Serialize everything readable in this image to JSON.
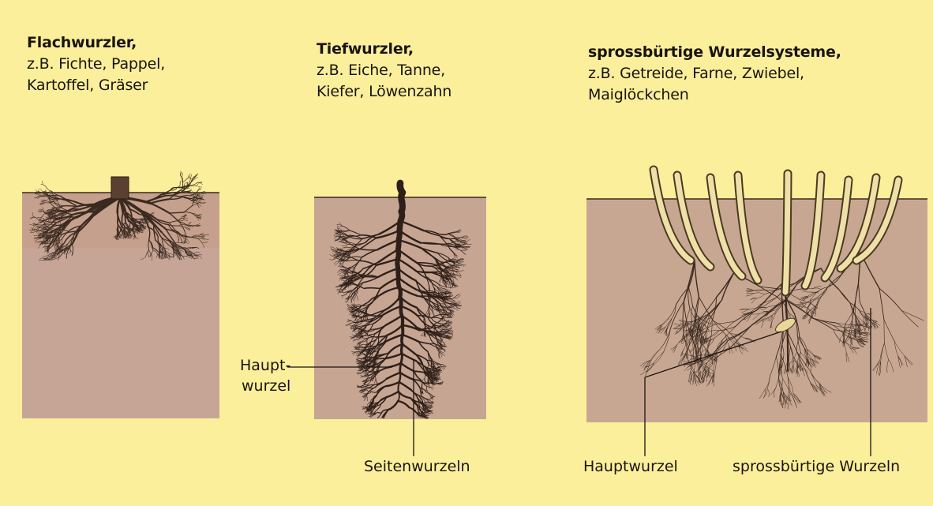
{
  "panels": [
    {
      "title": "Flachwurzler,",
      "lines": [
        "z.B. Fichte, Pappel,",
        "Kartoffel, Gräser"
      ]
    },
    {
      "title": "Tiefwurzler,",
      "lines": [
        "z.B. Eiche, Tanne,",
        "Kiefer, Löwenzahn"
      ],
      "labels": {
        "main_root_1": "Haupt-",
        "main_root_2": "wurzel",
        "side_roots": "Seitenwurzeln"
      }
    },
    {
      "title": "sprossbürtige Wurzelsysteme,",
      "lines": [
        "z.B. Getreide, Farne, Zwiebel,",
        "Maiglöckchen"
      ],
      "labels": {
        "main_root": "Hauptwurzel",
        "shoot_roots": "sprossbürtige Wurzeln"
      }
    }
  ],
  "colors": {
    "background": "#fbef9c",
    "soil": "#c9a48d",
    "soil_lower": "#c4a799",
    "root": "#3a2a20",
    "stem": "#efe0a8",
    "stem_outline": "#4a3a20"
  }
}
